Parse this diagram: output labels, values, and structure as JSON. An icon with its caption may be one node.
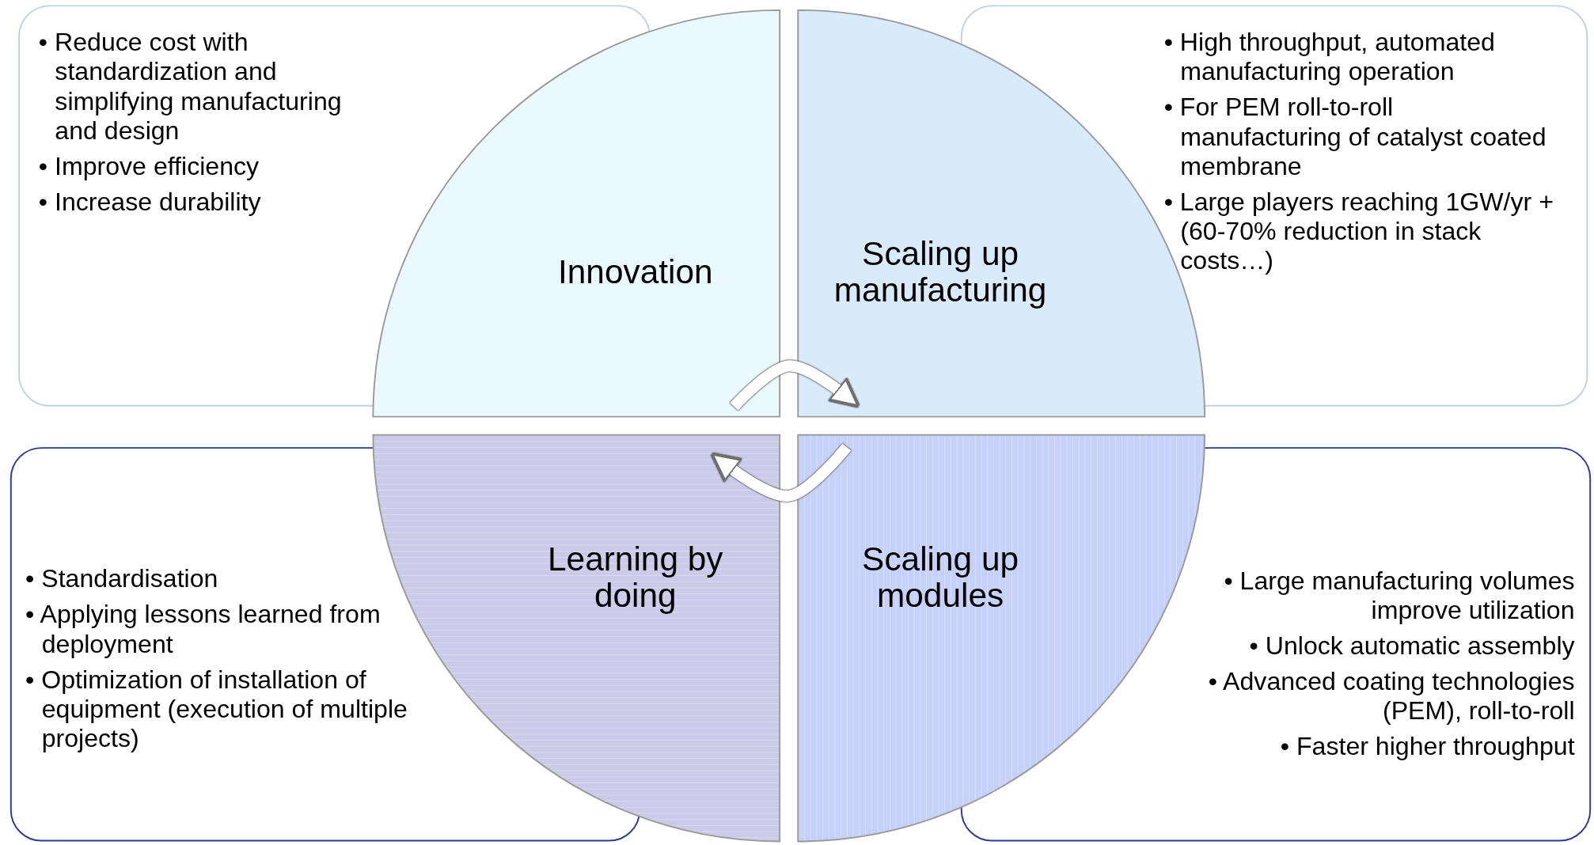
{
  "diagram": {
    "nodes": [
      {
        "text": [
          "• Reduce cost with standardization and simplifying manufacturing and design",
          "• Improve efficiency",
          "• Increase durability"
        ]
      },
      {
        "text": [
          "Innovation"
        ]
      },
      {
        "text": [
          "Scaling up manufacturing"
        ]
      },
      {
        "text": [
          "• High throughput, automated manufacturing operation",
          "• For PEM roll-to-roll manufacturing of catalyst coated membrane",
          "• Large players reaching 1GW/yr + (60-70% reduction in stack costs…)"
        ]
      },
      {
        "text": [
          "• Standardisation",
          "• Applying lessons learned from deployment",
          "• Optimization of installation of equipment (execution of multiple projects)"
        ]
      },
      {
        "text": [
          "Learning by doing"
        ]
      },
      {
        "text": [
          "Scaling up modules"
        ]
      },
      {
        "text": [
          "• Large manufacturing volumes improve utilization",
          "• Unlock automatic assembly",
          "• Advanced coating technologies (PEM), roll-to-roll",
          "• Faster higher throughput"
        ]
      }
    ],
    "edges": [
      {
        "from": 1,
        "to": 2,
        "arrow": "to"
      },
      {
        "from": 6,
        "to": 5,
        "arrow": "to"
      }
    ]
  }
}
